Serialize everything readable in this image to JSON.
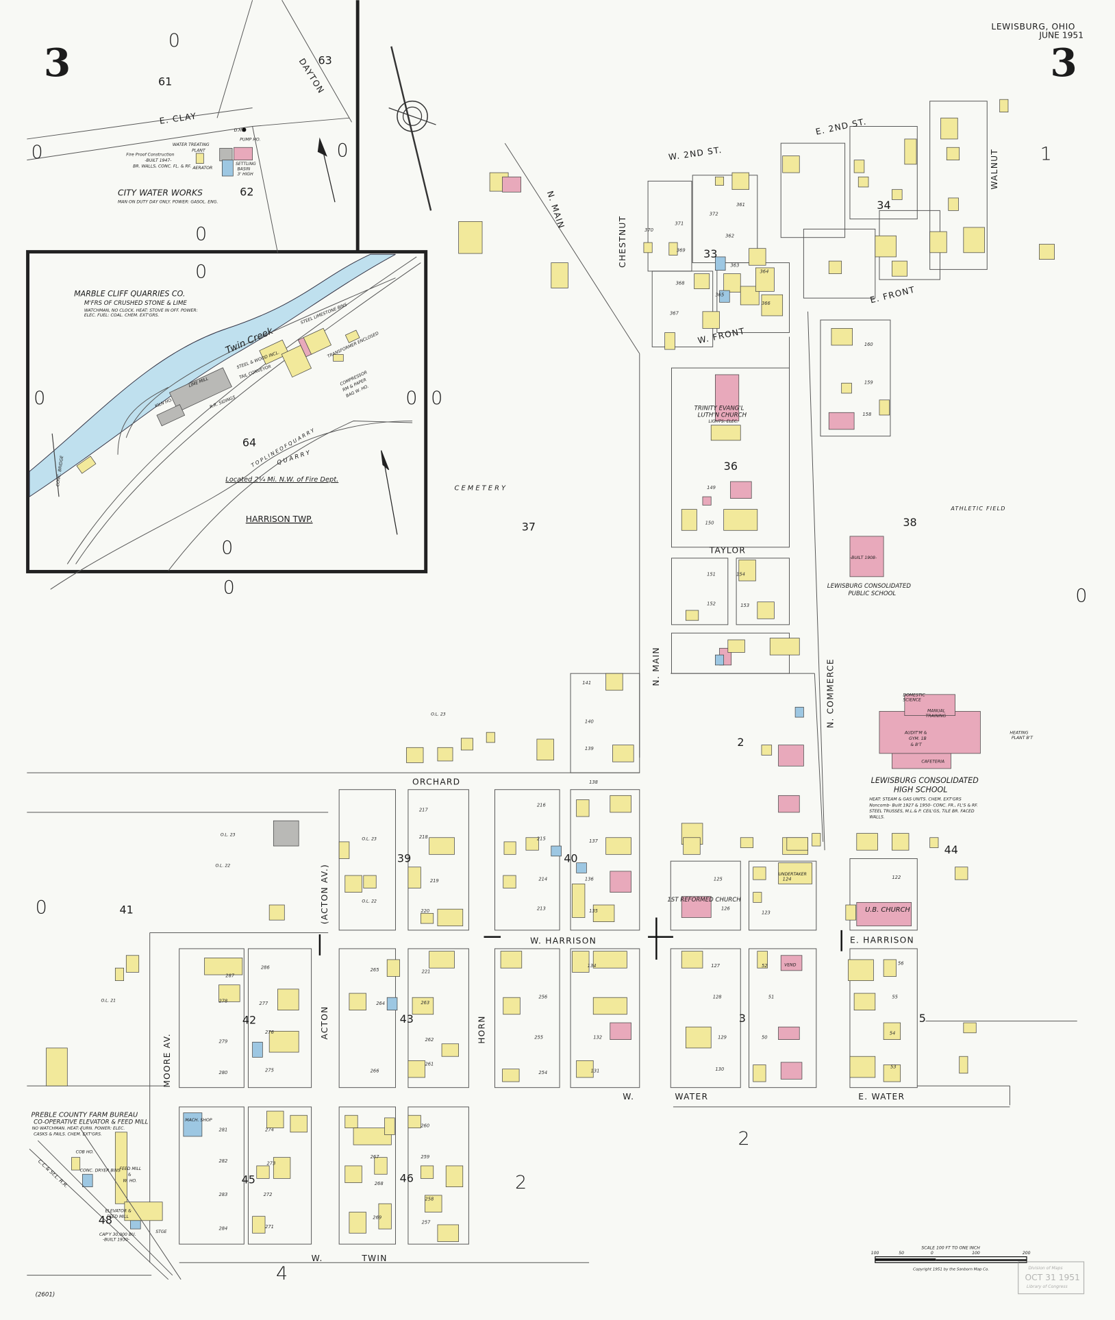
{
  "header": {
    "city": "LEWISBURG, OHIO",
    "date": "JUNE 1951",
    "sheet_number": "3"
  },
  "colors": {
    "frame_brick": "#e8a9bb",
    "frame_wood": "#f2e99b",
    "stone_concrete": "#9dc7e2",
    "fireproof": "#b9b9b6",
    "water": "#bfe0ee"
  },
  "streets": [
    "W. 2ND ST.",
    "E. 2ND ST.",
    "N. MAIN",
    "CHESTNUT",
    "WALNUT",
    "E. FRONT",
    "W. FRONT",
    "TAYLOR",
    "N. MAIN",
    "N. COMMERCE",
    "ORCHARD",
    "W. HARRISON",
    "E. HARRISON",
    "W.",
    "WATER",
    "E. WATER",
    "W.",
    "TWIN",
    "MOORE AV.",
    "(ACTON AV.)",
    "ACTON",
    "HORN"
  ],
  "block_numbers": [
    "33",
    "34",
    "36",
    "37",
    "38",
    "2",
    "39",
    "40",
    "41",
    "42",
    "43",
    "3",
    "44",
    "5",
    "45",
    "46",
    "48"
  ],
  "adjacent_sheets": [
    "1",
    "2",
    "2",
    "4"
  ],
  "adjacent_markers": [
    "0",
    "0",
    "0",
    "0",
    "0",
    "0",
    "0",
    "0",
    "0",
    "0",
    "0",
    "0"
  ],
  "lot_numbers": [
    "370",
    "371",
    "372",
    "361",
    "369",
    "362",
    "363",
    "364",
    "365",
    "366",
    "367",
    "368",
    "149",
    "150",
    "151",
    "152",
    "153",
    "154",
    "158",
    "159",
    "160",
    "141",
    "140",
    "139",
    "138",
    "137",
    "136",
    "135",
    "217",
    "218",
    "219",
    "220",
    "216",
    "215",
    "214",
    "213",
    "125",
    "126",
    "124",
    "123",
    "122",
    "127",
    "128",
    "129",
    "130",
    "52",
    "51",
    "50",
    "56",
    "55",
    "54",
    "53",
    "134",
    "132",
    "131",
    "254",
    "255",
    "256",
    "261",
    "262",
    "263",
    "264",
    "265",
    "266",
    "267",
    "268",
    "269",
    "260",
    "259",
    "258",
    "257",
    "271",
    "272",
    "273",
    "274",
    "275",
    "276",
    "277",
    "278",
    "279",
    "280",
    "281",
    "282",
    "283",
    "284",
    "286",
    "287",
    "221"
  ],
  "out_lots": [
    "O.L. 23",
    "O.L. 23",
    "O.L. 22",
    "O.L. 21",
    "O.L. 23",
    "O.L. 22"
  ],
  "labels": {
    "cemetery": "C E M E T E R Y",
    "athletic_field": "ATHLETIC   FIELD",
    "trinity_church": [
      "TRINITY EVANG'L",
      "LUTH'N CHURCH",
      "LIGHTS: ELEC."
    ],
    "public_school": [
      "LEWISBURG CONSOLIDATED",
      "PUBLIC SCHOOL"
    ],
    "public_school_note": "-BUILT 1908-",
    "high_school": [
      "LEWISBURG CONSOLIDATED",
      "HIGH SCHOOL"
    ],
    "high_school_notes": [
      "HEAT: STEAM & GAS UNITS. CHEM. EXT'GRS",
      "Noncomb- Built 1927 & 1950- CONC. FR., FL'S & RF.",
      "STEEL TRUSSES, M.L.& P. CEIL'GS, TILE BR. FACED",
      "WALLS."
    ],
    "high_school_rooms": [
      "DOMESTIC",
      "SCIENCE",
      "MANUAL",
      "TRAINING",
      "AUDIT'M &",
      "GYM. 1B",
      "& B'T",
      "CAFETERIA",
      "HEATING",
      "PLANT B'T"
    ],
    "reformed_church": "1ST REFORMED CHURCH",
    "ub_church": "U.B. CHURCH",
    "undertaker": "UNDERTAKER",
    "vend": "VEND",
    "farm_bureau": [
      "PREBLE COUNTY FARM BUREAU",
      "CO-OPERATIVE ELEVATOR & FEED MILL",
      "NO WATCHMAN. HEAT: FURN. POWER: ELEC.",
      "CASKS & PAILS. CHEM. EXT'GRS."
    ],
    "farm_bureau_parts": [
      "COB HO.",
      "CONC. DRYER BINS",
      "FEED MILL",
      "&",
      "W. HO.",
      "ELEVATOR &",
      "FEED MILL",
      "CAP'Y 30,000 BU.",
      "-BUILT 1930-",
      "STGE",
      "MACH. SHOP"
    ],
    "railroad": "C.C.& St.L. R.R.",
    "sheet_code": "(2601)"
  },
  "inset_water_works": {
    "streets": [
      "E. CLAY",
      "DAYTON"
    ],
    "block_numbers": [
      "61",
      "63",
      "62"
    ],
    "texts": [
      "WATER TREATING",
      "PLANT",
      "PUMP HO.",
      "Fire Proof Construction",
      "-BUILT 1947-",
      "BR. WALLS, CONC. FL. & RF.",
      "AERATOR",
      "SETTLING",
      "BASIN",
      "3' HIGH",
      "D.H."
    ],
    "title": "CITY WATER WORKS",
    "note": "MAN ON DUTY DAY ONLY. POWER: GASOL. ENG."
  },
  "inset_quarry": {
    "title": "MARBLE CLIFF QUARRIES CO.",
    "subtitle": "M'FRS OF CRUSHED STONE & LIME",
    "notes": [
      "WATCHMAN, NO CLOCK. HEAT: STOVE IN OFF. POWER:",
      "ELEC. FUEL: COAL. CHEM. EXT'GRS."
    ],
    "creek": "Twin   Creek",
    "texts": [
      "LIME MILL",
      "KILN HO.",
      "STEEL & WOOD INCL.",
      "TAIL CONVEYOR",
      "R.R. SIDINGS",
      "TRANSFORMER ENCLOSED",
      "COMPRESSOR",
      "RM & PAPER",
      "BAG W. HO.",
      "CONC. BRIDGE",
      "STEEL LIMESTONE BINS"
    ],
    "block_number": "64",
    "quarry": "Q U A R R Y",
    "quarry_line": "T O P    L I N E    O F    Q U A R R Y",
    "location": "Located 2¼ Mi. N.W. of Fire Dept.",
    "township": "HARRISON TWP."
  },
  "scale": {
    "title": "SCALE 100 FT TO ONE INCH",
    "ticks": [
      "100",
      "50",
      "0",
      "100",
      "200"
    ]
  },
  "copyright": "Copyright 1951 by the Sanborn Map Co.",
  "stamp": [
    "Division of Maps",
    "OCT 31 1951",
    "Library of Congress"
  ]
}
